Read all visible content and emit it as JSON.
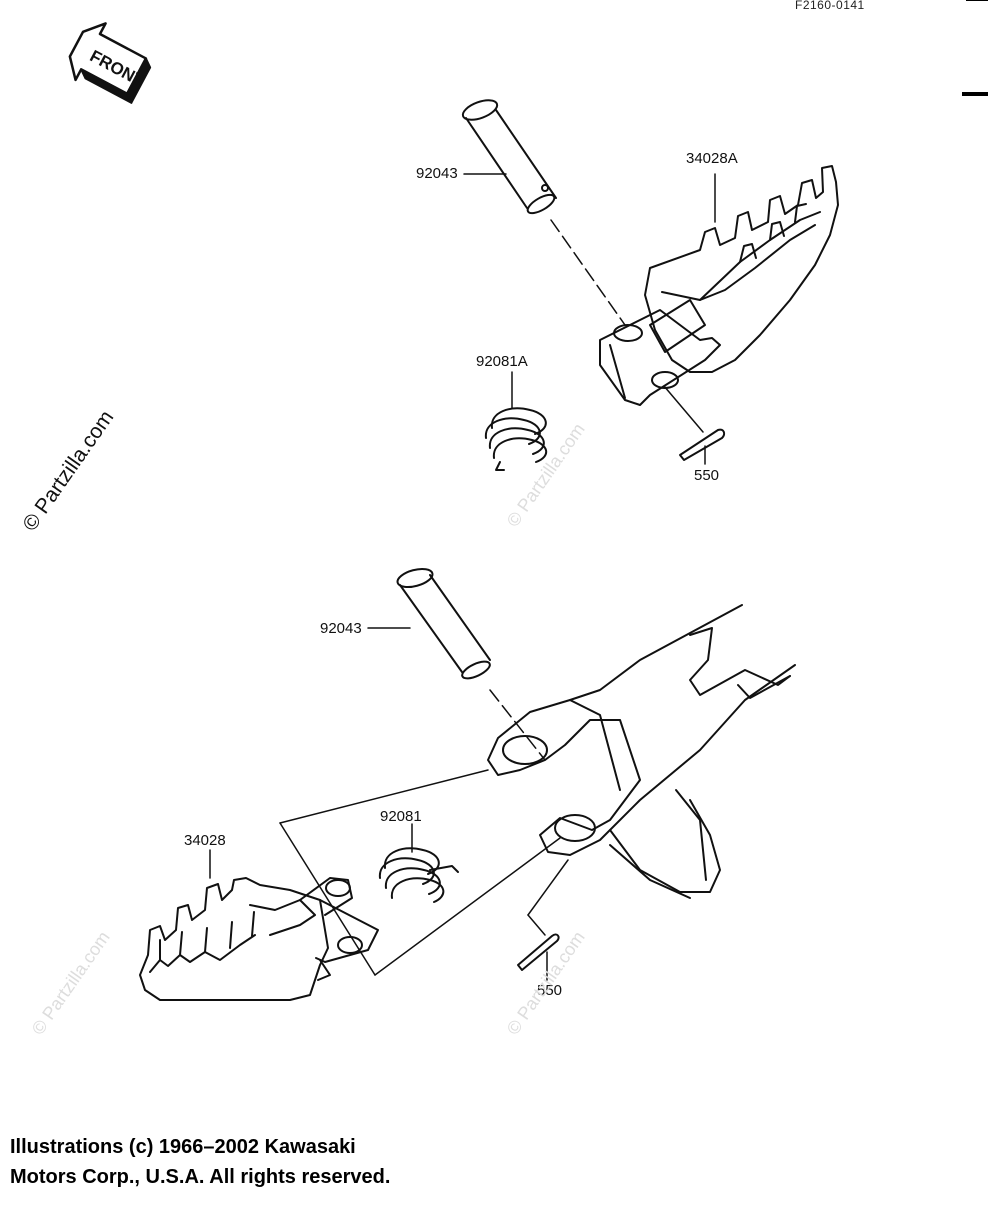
{
  "figure_code": "F2160-0141",
  "front_label": "FRONT",
  "watermark": "© Partzilla.com",
  "part_labels": {
    "pin_upper": "92043",
    "peg_upper": "34028A",
    "spring_upper": "92081A",
    "cotter_upper": "550",
    "pin_lower": "92043",
    "peg_lower": "34028",
    "spring_lower": "92081",
    "cotter_lower": "550"
  },
  "copyright": {
    "line1": "Illustrations (c) 1966–2002 Kawasaki",
    "line2": "Motors Corp., U.S.A.  All rights reserved."
  },
  "colors": {
    "ink": "#111111",
    "watermark_light": "#dddddd",
    "background": "#ffffff"
  }
}
